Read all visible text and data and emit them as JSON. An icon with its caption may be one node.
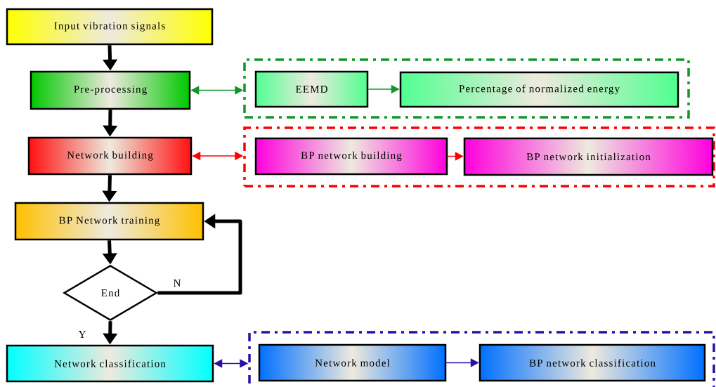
{
  "diagram": {
    "nodes": [
      {
        "text": [
          "Input vibration signals"
        ]
      },
      {
        "text": [
          "Pre-processing"
        ]
      },
      {
        "text": [
          "Network building"
        ]
      },
      {
        "text": [
          "BP Network training"
        ]
      },
      {
        "text": [
          "End"
        ]
      },
      {
        "text": [
          "Network classification"
        ]
      },
      {
        "text": [],
        "shape": "box"
      },
      {
        "text": [
          "EEMD"
        ],
        "in": 6
      },
      {
        "text": [
          "Percentage of normalized energy"
        ],
        "in": 6
      },
      {
        "text": [],
        "shape": "box"
      },
      {
        "text": [
          "BP network building"
        ],
        "in": 9
      },
      {
        "text": [
          "BP network initialization"
        ],
        "in": 9
      },
      {
        "text": [],
        "shape": "box"
      },
      {
        "text": [
          "Network model"
        ],
        "in": 12
      },
      {
        "text": [
          "BP network classification"
        ],
        "in": 12
      }
    ],
    "edges": [
      {
        "from": 0,
        "to": 1,
        "arrow": "to",
        "style": "thick"
      },
      {
        "from": 1,
        "to": 6,
        "arrow": "both",
        "color": "#11962a"
      },
      {
        "from": 7,
        "to": 8,
        "arrow": "to",
        "color": "#11962a"
      },
      {
        "from": 1,
        "to": 2,
        "arrow": "to",
        "style": "thick"
      },
      {
        "from": 2,
        "to": 9,
        "arrow": "both",
        "color": "#ff0000"
      },
      {
        "from": 10,
        "to": 11,
        "arrow": "to",
        "color": "#ff0000"
      },
      {
        "from": 2,
        "to": 3,
        "arrow": "to",
        "style": "thick"
      },
      {
        "from": 3,
        "to": 4,
        "arrow": "to",
        "style": "thick"
      },
      {
        "from": 4,
        "to": 3,
        "arrow": "to",
        "style": "thick",
        "label": "N"
      },
      {
        "from": 4,
        "to": 5,
        "arrow": "to",
        "style": "thick",
        "label": "Y"
      },
      {
        "from": 5,
        "to": 12,
        "arrow": "both",
        "color": "#2a10a8"
      },
      {
        "from": 13,
        "to": 14,
        "arrow": "to",
        "color": "#2a10a8"
      }
    ]
  }
}
